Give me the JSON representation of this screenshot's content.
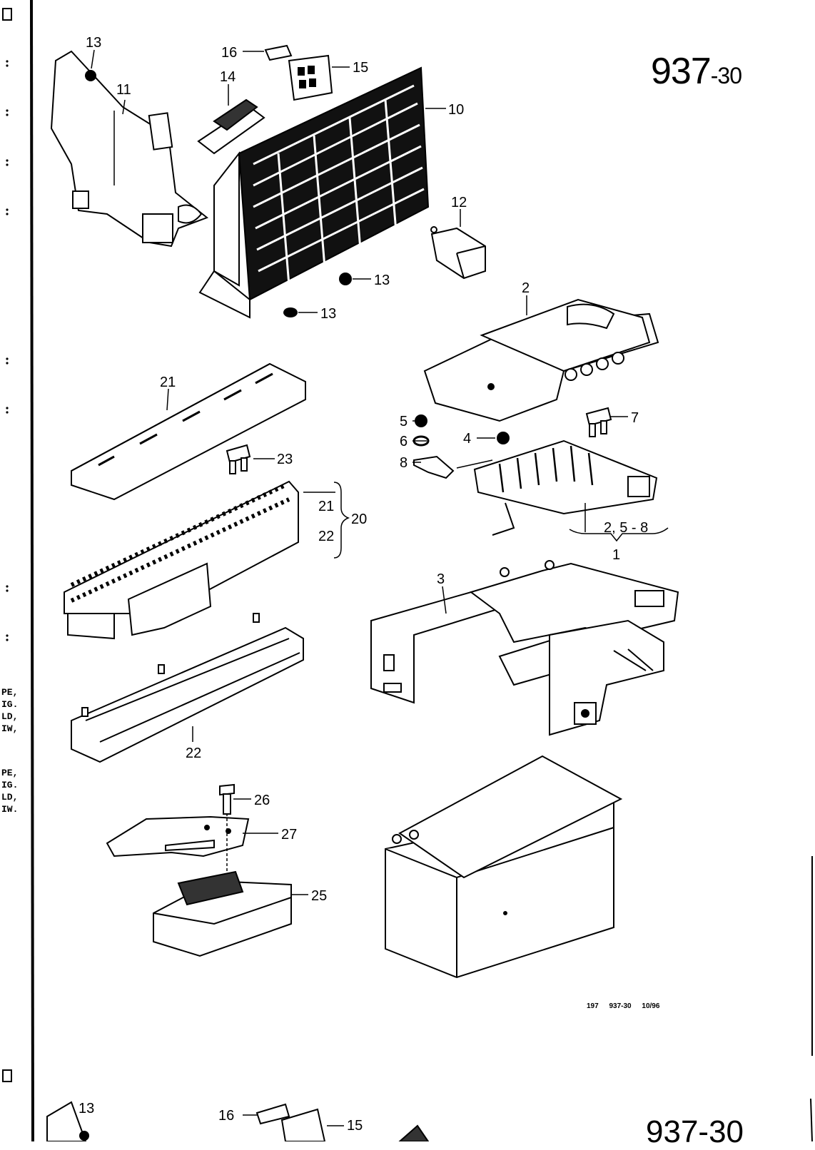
{
  "page": {
    "number": "937",
    "suffix": "-30",
    "footer": "197   937-30   10/96",
    "next_page_number": "937-30"
  },
  "callouts": {
    "c1": "1",
    "c2": "2",
    "c3": "3",
    "c4": "4",
    "c5": "5",
    "c6": "6",
    "c7": "7",
    "c8": "8",
    "c10": "10",
    "c11": "11",
    "c12": "12",
    "c13a": "13",
    "c13b": "13",
    "c13c": "13",
    "c14": "14",
    "c15": "15",
    "c16": "16",
    "c20": "20",
    "c21": "21",
    "c21b": "21",
    "c22": "22",
    "c22b": "22",
    "c23": "23",
    "c25": "25",
    "c26": "26",
    "c27": "27",
    "c258": "2, 5 - 8",
    "n13": "13",
    "n15": "15",
    "n16": "16"
  },
  "margin_fragments": {
    "group1": [
      "PE,",
      "IG.",
      "LD,",
      "IW,"
    ],
    "group2": [
      "PE,",
      "IG.",
      "LD,",
      "IW."
    ]
  }
}
